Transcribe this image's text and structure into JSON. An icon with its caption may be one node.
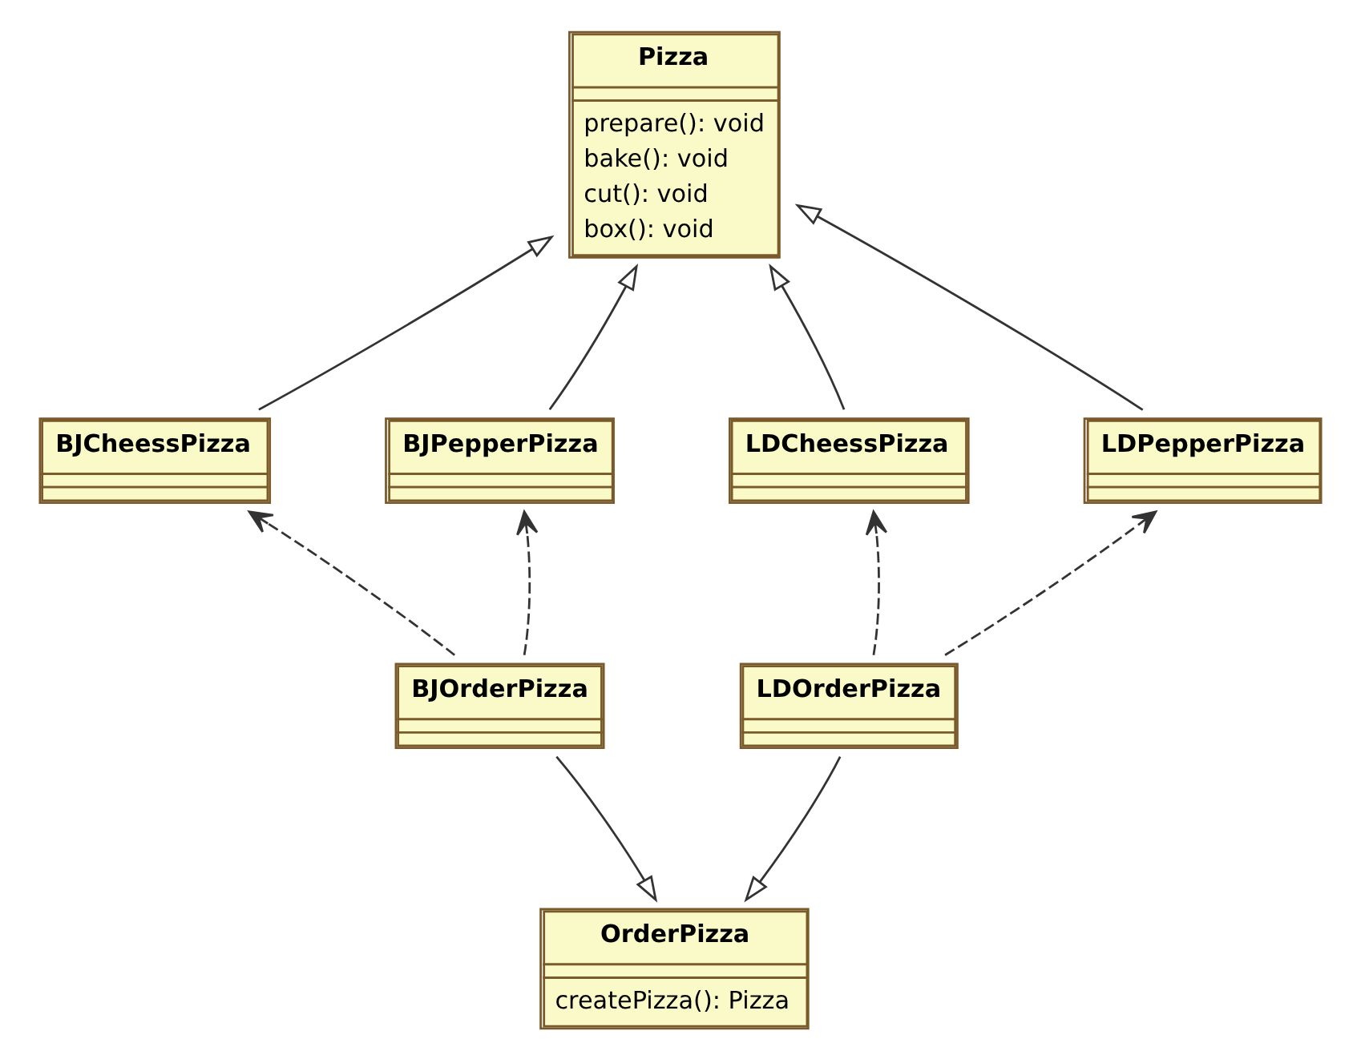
{
  "diagram": {
    "nodes": [
      {
        "text": [
          "Pizza",
          "prepare(): void",
          "bake(): void",
          "cut(): void",
          "box(): void"
        ]
      },
      {
        "text": [
          "BJCheessPizza"
        ]
      },
      {
        "text": [
          "BJPepperPizza"
        ]
      },
      {
        "text": [
          "LDCheessPizza"
        ]
      },
      {
        "text": [
          "LDPepperPizza"
        ]
      },
      {
        "text": [
          "BJOrderPizza"
        ]
      },
      {
        "text": [
          "LDOrderPizza"
        ]
      },
      {
        "text": [
          "OrderPizza",
          "createPizza(): Pizza"
        ]
      }
    ],
    "edges": [
      {
        "from": 1,
        "to": 0,
        "arrow": "to"
      },
      {
        "from": 2,
        "to": 0,
        "arrow": "to"
      },
      {
        "from": 3,
        "to": 0,
        "arrow": "to"
      },
      {
        "from": 4,
        "to": 0,
        "arrow": "to"
      },
      {
        "from": 5,
        "to": 1,
        "arrow": "to",
        "style": "dashed"
      },
      {
        "from": 5,
        "to": 2,
        "arrow": "to",
        "style": "dashed"
      },
      {
        "from": 6,
        "to": 3,
        "arrow": "to",
        "style": "dashed"
      },
      {
        "from": 6,
        "to": 4,
        "arrow": "to",
        "style": "dashed"
      },
      {
        "from": 5,
        "to": 7,
        "arrow": "to"
      },
      {
        "from": 6,
        "to": 7,
        "arrow": "to"
      }
    ]
  }
}
